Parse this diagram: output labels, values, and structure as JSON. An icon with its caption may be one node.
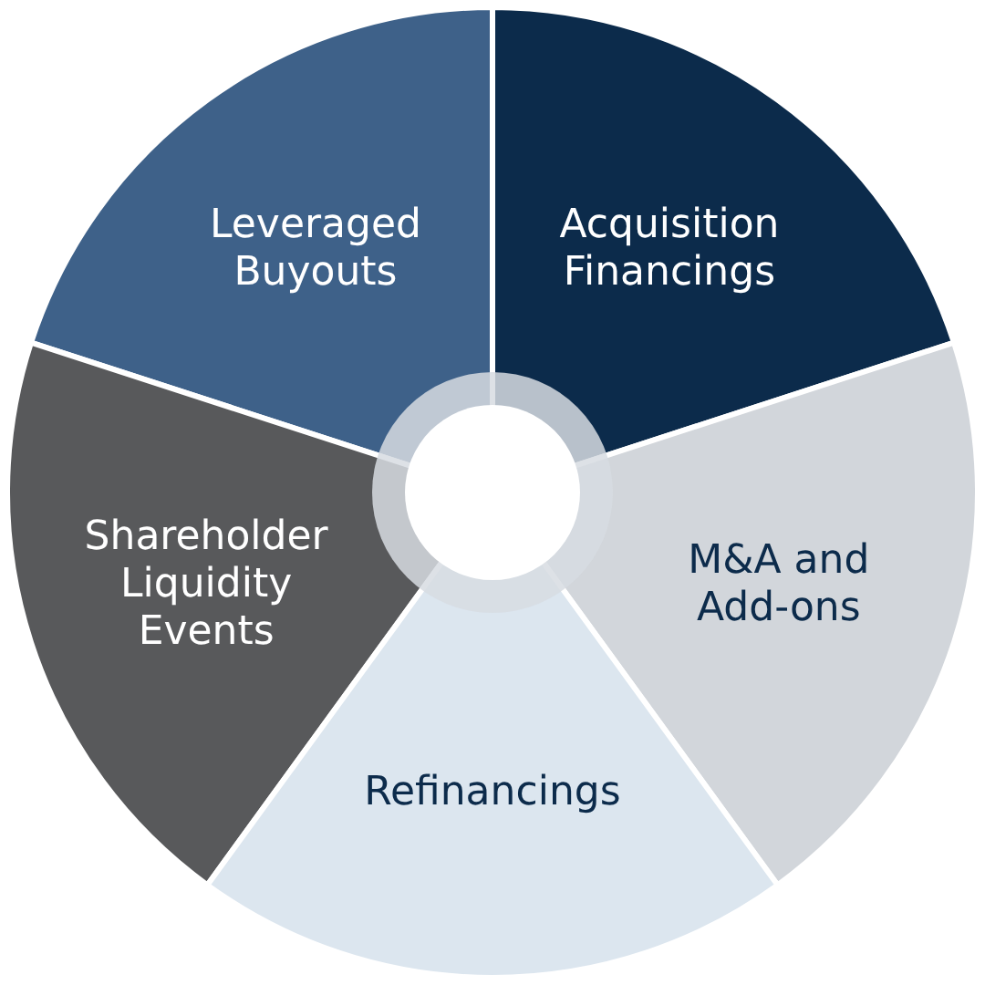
{
  "diagram": {
    "nodes": [
      {
        "text": [
          "Leveraged Buyouts"
        ]
      },
      {
        "text": [
          "Acquisition Financings"
        ]
      },
      {
        "text": [
          "Shareholder Liquidity Events"
        ]
      },
      {
        "text": [],
        "shape": "circle"
      },
      {
        "text": [
          "M&A and Add-ons"
        ]
      },
      {
        "text": [
          "Refinancings"
        ]
      }
    ]
  }
}
